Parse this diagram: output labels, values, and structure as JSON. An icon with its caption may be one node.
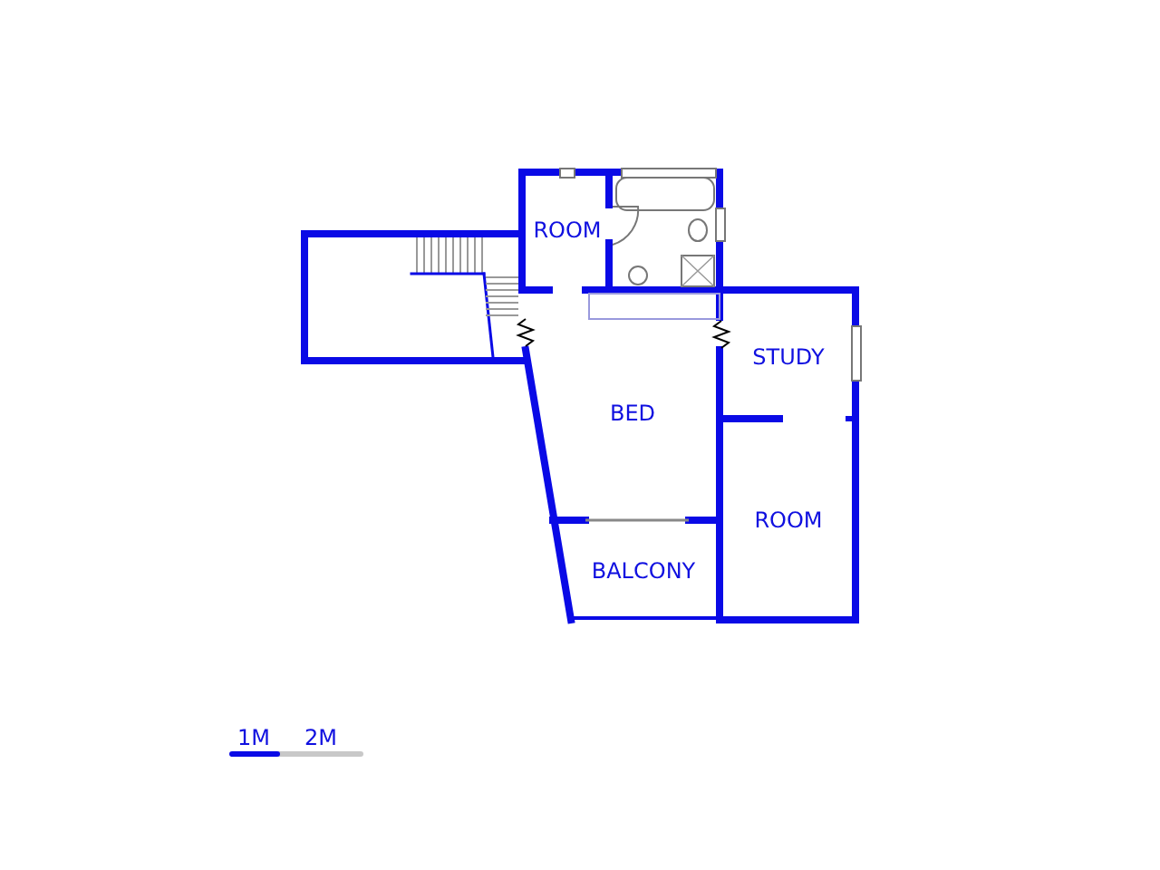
{
  "diagram": {
    "labels": [
      "ROOM",
      "STUDY",
      "BED",
      "ROOM",
      "BALCONY",
      "1M",
      "2M"
    ]
  }
}
